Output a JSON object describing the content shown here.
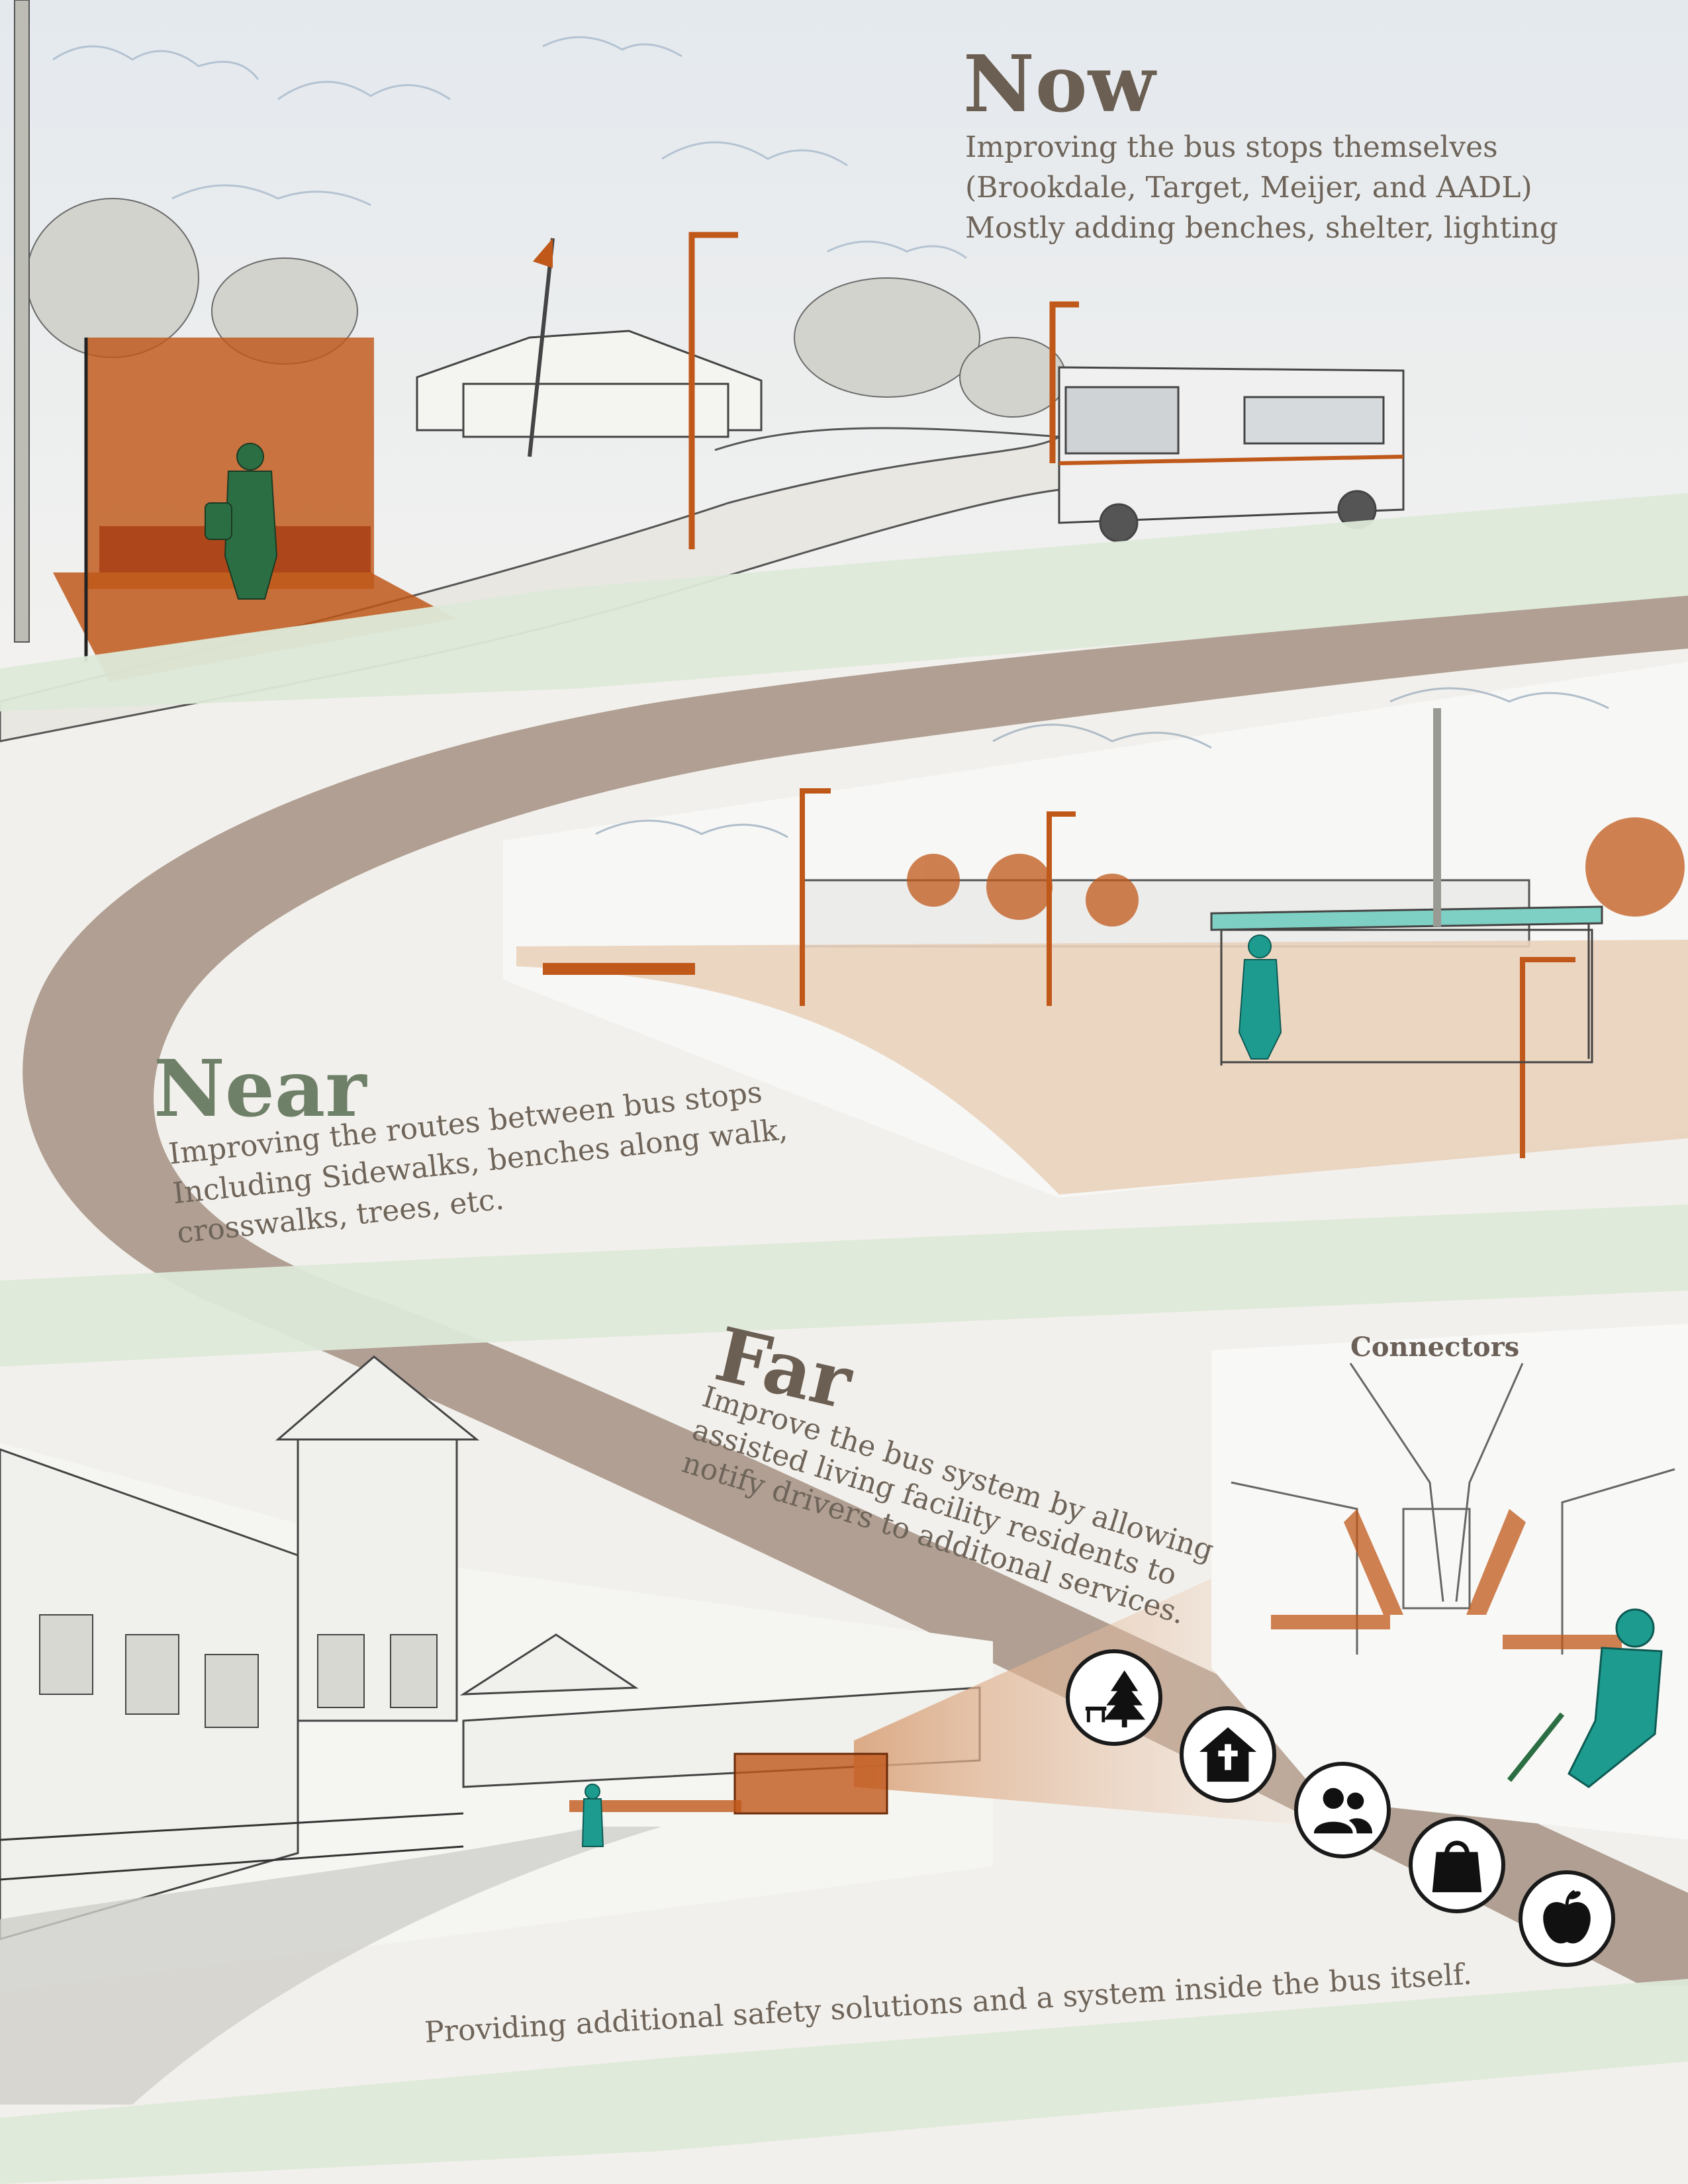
{
  "now": {
    "heading": "Now",
    "lines": [
      "Improving the bus stops themselves",
      "(Brookdale, Target, Meijer, and AADL)",
      "Mostly adding benches, shelter, lighting"
    ]
  },
  "near": {
    "heading": "Near",
    "lines": [
      "Improving the routes between bus stops",
      "Including Sidewalks, benches along walk,",
      "crosswalks, trees, etc."
    ]
  },
  "far": {
    "heading": "Far",
    "lines": [
      "Improve the bus system by allowing",
      "assisted living facility residents to",
      "notify drivers to additonal services."
    ]
  },
  "connectors_label": "Connectors",
  "bottom_text": "Providing additional safety solutions and a system inside the bus itself.",
  "service_icons": [
    "park-icon",
    "church-icon",
    "people-icon",
    "shopping-bag-icon",
    "apple-icon"
  ],
  "colors": {
    "background": "#f2f0ec",
    "path_band": "#b09f92",
    "green_band": "#dde9d9",
    "orange_highlight": "#c0581a",
    "teal_figure": "#1d9b8f",
    "heading_brown": "#6b5e52",
    "heading_green": "#6f8068"
  }
}
